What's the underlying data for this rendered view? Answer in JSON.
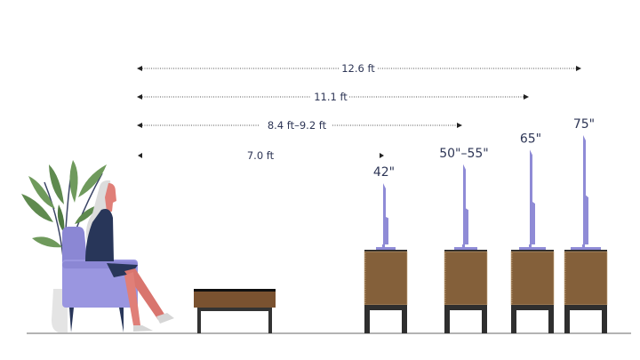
{
  "title": "TV size vs. viewing distance",
  "colors": {
    "text": "#2e3656",
    "tv": "#8f8bd6",
    "cabinet": "#84603a",
    "stand": "#2f2f2f",
    "floor": "#9a9a9a",
    "chair": "#9a96e0",
    "chair_back": "#8b87d4",
    "person_top": "#283659",
    "skin": "#e07f78",
    "hair": "#dcdcdc",
    "plant": "#6f9a5c",
    "plant_dark": "#5f8a4f",
    "stem": "#3b4566",
    "vase": "#e4e4e4",
    "shoe": "#d6d6d6",
    "table_top": "#111111",
    "table_wood": "#7a5230"
  },
  "distances": [
    {
      "label": "12.6 ft",
      "tv": "75\""
    },
    {
      "label": "11.1 ft",
      "tv": "65\""
    },
    {
      "label": "8.4 ft–9.2 ft",
      "tv": "50\"–55\""
    },
    {
      "label": "7.0 ft",
      "tv": "42\""
    }
  ],
  "tvs": [
    {
      "label": "42\"",
      "size_in": 42
    },
    {
      "label": "50\"–55\"",
      "size_in": 55
    },
    {
      "label": "65\"",
      "size_in": 65
    },
    {
      "label": "75\"",
      "size_in": 75
    }
  ],
  "scene": {
    "person": "seated-woman",
    "chair": "armchair",
    "plant": "potted-plant",
    "table": "coffee-table"
  }
}
